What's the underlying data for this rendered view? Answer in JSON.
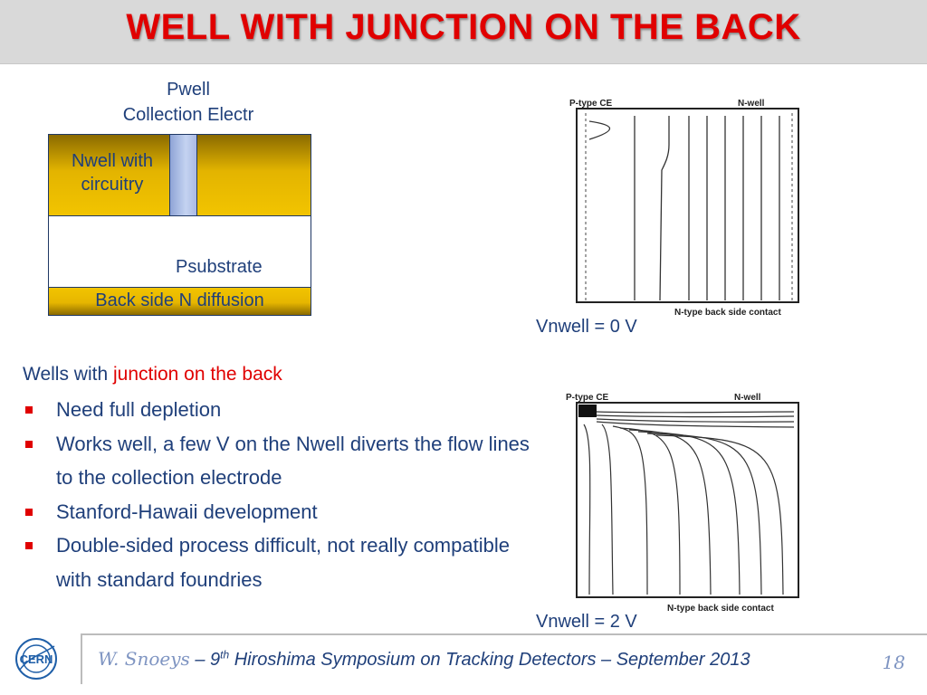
{
  "title": "WELL WITH JUNCTION ON THE BACK",
  "diagram": {
    "pwell_label_line1": "Pwell",
    "pwell_label_line2": "Collection Electr",
    "nwell_line1": "Nwell with",
    "nwell_line2": "circuitry",
    "psubstrate": "Psubstrate",
    "backside": "Back side N diffusion"
  },
  "plots": [
    {
      "top_left_label": "P-type CE",
      "top_right_label": "N-well",
      "bottom_label": "N-type back side contact",
      "caption": "Vnwell = 0 V"
    },
    {
      "top_left_label": "P-type CE",
      "top_right_label": "N-well",
      "bottom_label": "N-type back side contact",
      "caption": "Vnwell = 2 V"
    }
  ],
  "content": {
    "lead_prefix": "Wells with ",
    "lead_highlight": "junction on the back",
    "bullets": [
      "Need full depletion",
      "Works well, a few V on the Nwell diverts the flow lines to the collection electrode",
      "Stanford-Hawaii development",
      "Double-sided process difficult, not really compatible with standard foundries"
    ]
  },
  "footer": {
    "logo_text": "CERN",
    "author": "W. Snoeys",
    "dash1": " – 9",
    "sup": "th",
    "event": " Hiroshima Symposium on Tracking Detectors – September 2013",
    "page": "18"
  },
  "colors": {
    "title_red": "#e00000",
    "text_blue": "#1f3f7a",
    "nwell_gold": "#e3b400",
    "pwell_blue": "#c4d3f1"
  }
}
